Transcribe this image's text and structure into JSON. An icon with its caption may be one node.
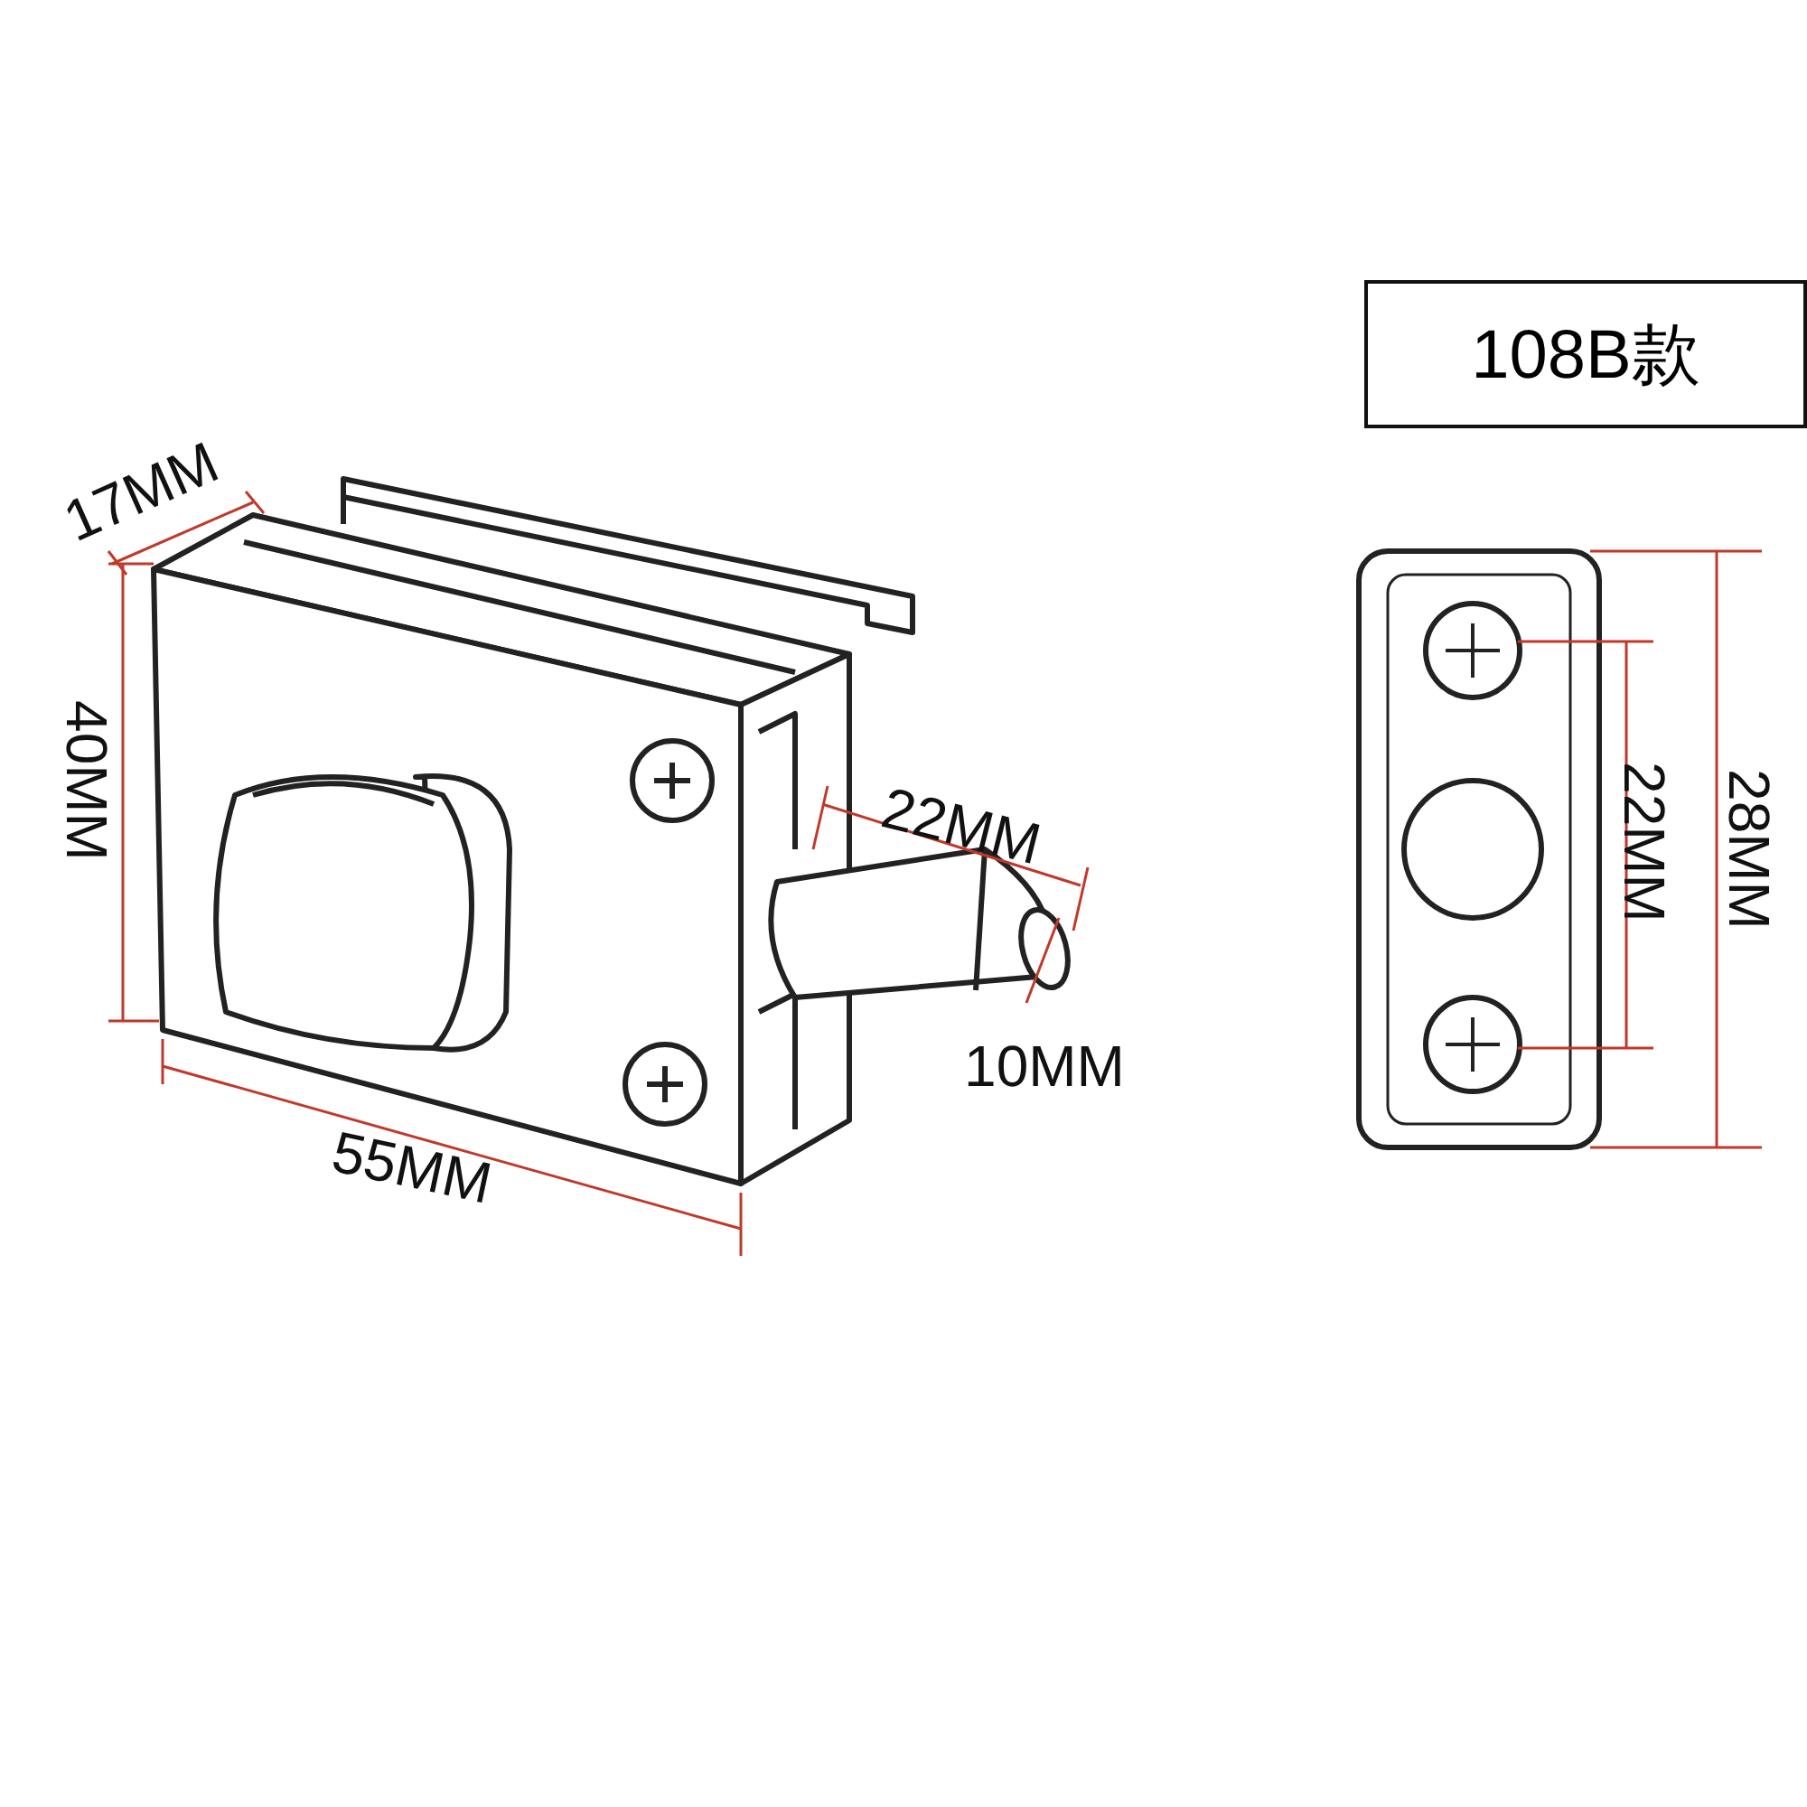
{
  "diagram": {
    "nodes": [
      {
        "text": [
          "108B款"
        ]
      }
    ],
    "labels": [
      "17MM",
      "40MM",
      "22MM",
      "22MM",
      "28MM",
      "10MM",
      "55MM"
    ]
  }
}
